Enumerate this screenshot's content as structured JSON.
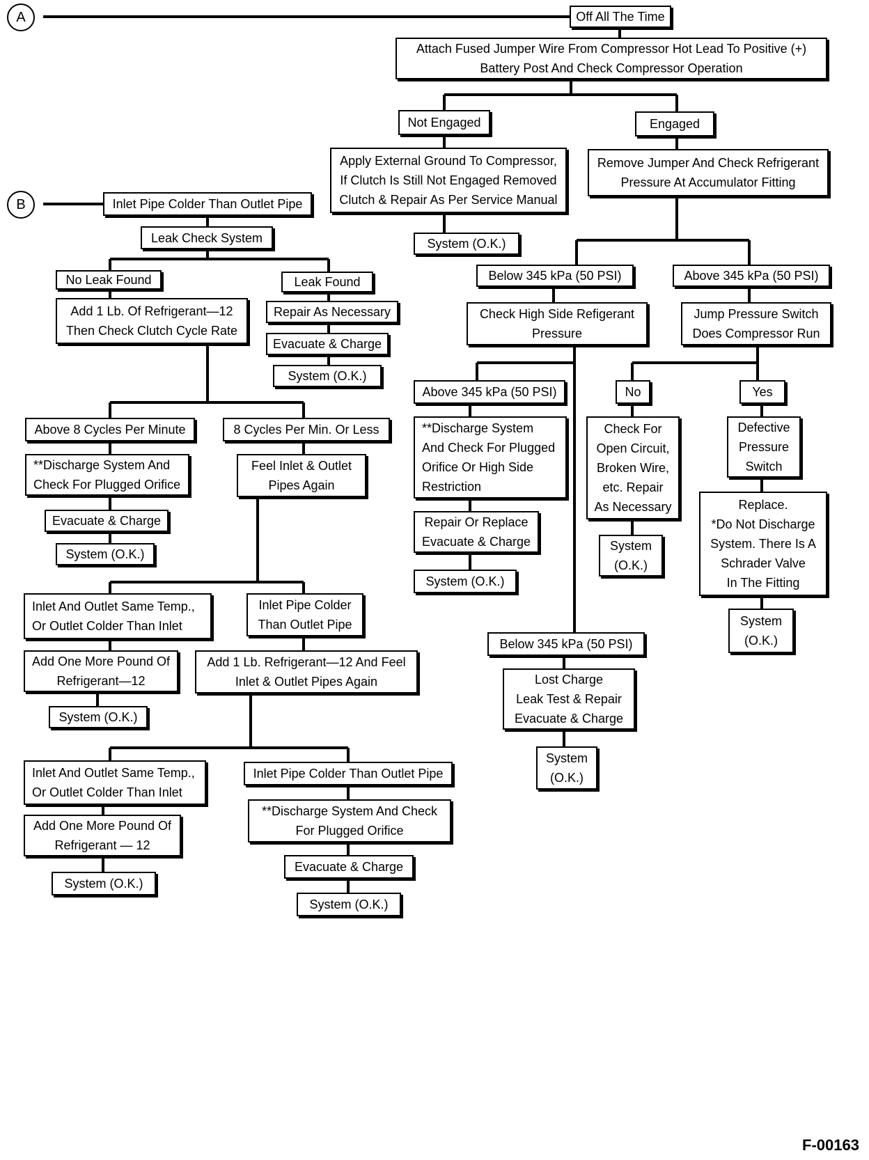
{
  "markers": {
    "a": "A",
    "b": "B"
  },
  "figure_id": "F-00163",
  "boxes": {
    "off_all_time": "Off All The Time",
    "attach_jumper": "Attach Fused Jumper Wire From Compressor Hot Lead To Positive (+)\nBattery Post And Check Compressor Operation",
    "not_engaged": "Not Engaged",
    "engaged": "Engaged",
    "apply_ground": "Apply External Ground To Compressor,\nIf Clutch Is Still Not Engaged Removed\nClutch & Repair As Per Service Manual",
    "remove_jumper": "Remove Jumper And Check Refrigerant\nPressure At Accumulator Fitting",
    "system_ok_1": "System  (O.K.)",
    "below_345_a": "Below 345 kPa (50 PSI)",
    "above_345_a": "Above 345 kPa (50 PSI)",
    "check_high_side": "Check High Side Refigerant\nPressure",
    "jump_switch": "Jump Pressure Switch\nDoes Compressor Run",
    "above_345_b": "Above 345 kPa (50 PSI)",
    "no": "No",
    "yes": "Yes",
    "discharge_plugged_hs": "**Discharge System\n And Check For Plugged\nOrifice Or High Side\nRestriction",
    "check_open_circuit": "Check For\nOpen Circuit,\nBroken Wire,\netc. Repair\nAs Necessary",
    "defective_switch": "Defective\nPressure\nSwitch",
    "replace_switch": "Replace.\n*Do Not Discharge\nSystem. There Is A\nSchrader Valve\nIn The Fitting",
    "repair_replace": "Repair Or Replace\nEvacuate & Charge",
    "system_ok_2": "System  (O.K.)",
    "system_ok_3": "System\n(O.K.)",
    "system_ok_4": "System\n(O.K.)",
    "below_345_b": "Below 345 kPa (50 PSI)",
    "lost_charge": "Lost Charge\nLeak Test & Repair\nEvacuate & Charge",
    "system_ok_5": "System\n(O.K.)",
    "inlet_colder_b": "Inlet Pipe Colder  Than Outlet Pipe",
    "leak_check": "Leak Check System",
    "no_leak": "No Leak Found",
    "leak_found": "Leak Found",
    "add_1lb": "Add 1 Lb. Of Refrigerant—12\nThen Check Clutch Cycle Rate",
    "repair_necessary": "Repair As Necessary",
    "evac_charge_1": "Evacuate & Charge",
    "system_ok_6": "System   (O.K.)",
    "above_8_cycles": "Above 8 Cycles Per Minute",
    "eight_or_less": "8 Cycles Per  Min. Or Less",
    "discharge_plugged_1": "**Discharge System And\nCheck For Plugged Orifice",
    "feel_pipes": "Feel Inlet & Outlet\nPipes Again",
    "evac_charge_2": "Evacuate & Charge",
    "system_ok_7": "System (O.K.)",
    "same_temp_1": "Inlet And Outlet Same Temp.,\nOr Outlet Colder Than Inlet",
    "inlet_colder_2": "Inlet Pipe Colder\nThan Outlet Pipe",
    "add_one_more_1": "Add One More Pound Of\nRefrigerant—12",
    "add_1lb_feel": "Add 1 Lb. Refrigerant—12 And Feel\nInlet & Outlet Pipes Again",
    "system_ok_8": "System  (O.K.)",
    "same_temp_2": "Inlet And Outlet Same Temp.,\nOr Outlet  Colder Than Inlet",
    "inlet_colder_3": "Inlet Pipe Colder  Than Outlet Pipe",
    "add_one_more_2": "Add One More Pound Of\nRefrigerant — 12",
    "discharge_plugged_2": "**Discharge System And Check\nFor Plugged Orifice",
    "evac_charge_3": "Evacuate & Charge",
    "system_ok_9": "System  (O.K.)",
    "system_ok_10": "System  (O.K.)"
  }
}
